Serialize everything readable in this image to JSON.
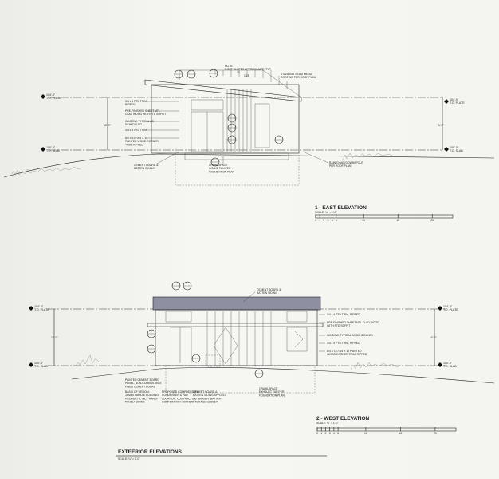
{
  "east": {
    "title": "1 - EAST ELEVATION",
    "scale": "SCALE: ¼\" = 1'-0\"",
    "roof_note": [
      "NOTE:",
      "ROOF SLOPES APPROXIMATE, TYP."
    ],
    "slope": [
      "12",
      "1.25"
    ],
    "level_top": [
      "104'-0\"",
      "T.O. PLATE"
    ],
    "level_bottom": [
      "100'-0\"",
      "T.O. SLAB"
    ],
    "dim_left": "10'-0\"",
    "dim_right": "6'-0\"",
    "notes_left": [
      [
        "3/4 x 4 PTD TRIM,",
        "RIPPED"
      ],
      [
        "PRE-FINISHED SHEET MTL",
        "CLAD WOOD WITH PTD SOFFIT"
      ],
      [
        "WINDOW, TYPICAL AS",
        "SCHEDULED"
      ],
      [
        "3/4 x 4 PTD TRIM"
      ],
      [
        "8/4 X 10 / 8/4 X 10",
        "PAINTED WOOD CORNER",
        "TRIM, RIPPED"
      ]
    ],
    "note_siding": [
      "CEMENT BOARD &",
      "BATTEN SIDING"
    ],
    "note_crawl": [
      "CRAWLSPACE",
      "INTAKE FAN PER",
      "FOUNDATION PLAN"
    ],
    "note_roofing": [
      "STANDING SEAM METAL",
      "ROOFING PER ROOF PLAN"
    ],
    "note_rain": [
      "RAIN CHAIN DOWNSPOUT",
      "PER ROOF PLAN"
    ]
  },
  "west": {
    "title": "2 - WEST ELEVATION",
    "scale": "SCALE: ¼\" = 1'-0\"",
    "level_top": [
      "104'-0\"",
      "T.O. PLATE"
    ],
    "level_bottom": [
      "100'-0\"",
      "T.O. SLAB"
    ],
    "dim_left": "10'-0\"",
    "dim_right": "10'-0\"",
    "note_siding_top": [
      "CEMENT BOARD &",
      "BATTEN SIDING"
    ],
    "notes_right": [
      [
        "3/4 x 4 PTD TRIM, RIPPED"
      ],
      [
        "PRE-FINISHED SHEET MTL CLAD WOOD",
        "WITH PTD SOFFIT"
      ],
      [
        "WINDOW, TYPICAL AS SCHEDULED"
      ],
      [
        "3/4 x 4 PTD TRIM, RIPPED"
      ],
      [
        "8/4 X 10 / 8/4 X 10 PAINTED",
        "WOOD CORNER TRIM, RIPPED"
      ]
    ],
    "notes_bottom": [
      [
        "PAINTED CEMENT BOARD",
        "PANEL, NON-COMBUSTIBLE",
        "FIBER CEMENT BOARD"
      ],
      [
        "BASIS OF DESIGN:",
        "JAMES HARDIE BUILDING",
        "PRODUCTS, INC. \"HARDI",
        "PANEL\" SIDING"
      ],
      [
        "PROPOSED COMPRESSOR/",
        "CONDENSER & PAD",
        "LOCATION. CONTRACTOR",
        "CONFIRM WITH OWNER"
      ],
      [
        "CEMENT BOARD &",
        "BATTEN SIDING APPLIED",
        "TO \"HIDDEN\" BATTERY",
        "STORAGE CLOSET"
      ],
      [
        "CRAWLSPACE",
        "EXHAUST FAN PER",
        "FOUNDATION PLAN"
      ]
    ]
  },
  "scale_bar_ticks": [
    "0",
    "1",
    "2",
    "3",
    "4",
    "5",
    "10",
    "15",
    "20"
  ],
  "sheet": {
    "title": "EXTEERIOR ELEVATIONS",
    "scale": "SCALE: ¼\" = 1'-0\""
  }
}
